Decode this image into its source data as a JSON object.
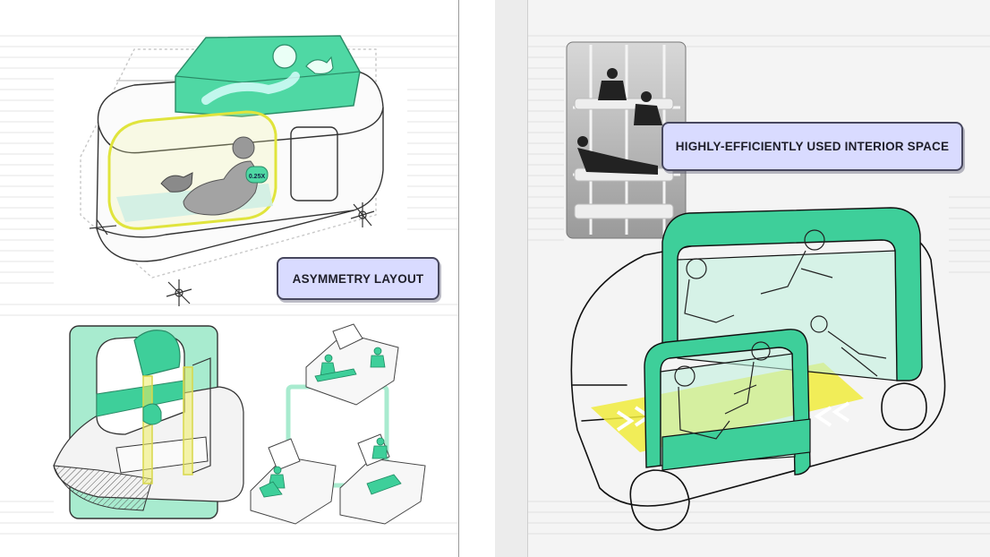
{
  "labels": {
    "asymmetry": "ASYMMETRY LAYOUT",
    "efficient": "HIGHLY-EFFICIENTLY USED INTERIOR SPACE"
  },
  "badge": "0.25X",
  "colors": {
    "accent_green": "#3ecf9a",
    "light_green": "#a8ebcf",
    "highlight_yellow": "#e6ea52",
    "label_bg": "#d9dbff",
    "label_border": "#47475e"
  }
}
